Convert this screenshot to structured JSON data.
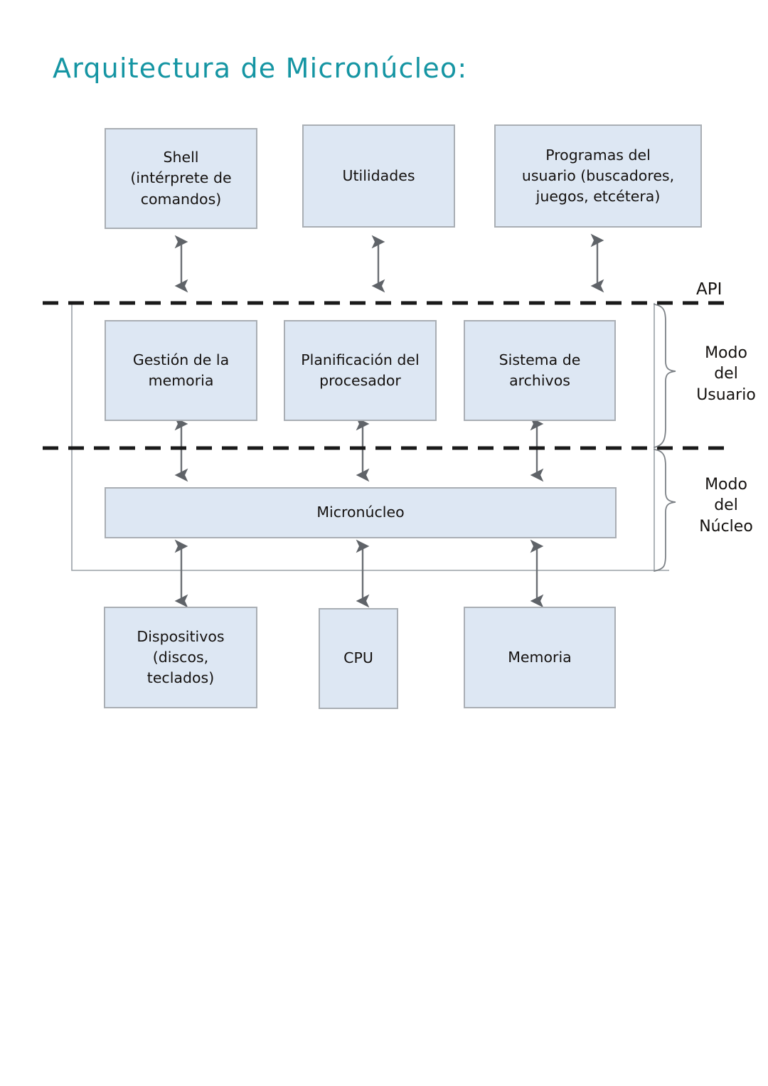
{
  "page": {
    "title": "Arquitectura de Micronúcleo:",
    "title_color": "#1595a3",
    "background_color": "#ffffff"
  },
  "diagram": {
    "box_fill_color": "#dde7f3",
    "box_border_color": "#a9aeb4",
    "arrow_color": "#6b6f74",
    "dashed_line_color": "#1a1a1a",
    "outline_color": "#9aa0a6",
    "layers": [
      {
        "name": "user-programs-row",
        "boxes": [
          {
            "id": "shell",
            "label": "Shell\n(intérprete de\ncomandos)"
          },
          {
            "id": "utilidades",
            "label": "Utilidades"
          },
          {
            "id": "programas-usuario",
            "label": "Programas del\nusuario (buscadores,\njuegos, etcétera)"
          }
        ]
      },
      {
        "name": "os-services-row",
        "boxes": [
          {
            "id": "gestion-memoria",
            "label": "Gestión de la\nmemoria"
          },
          {
            "id": "planificacion-procesador",
            "label": "Planificación del\nprocesador"
          },
          {
            "id": "sistema-archivos",
            "label": "Sistema de\narchivos"
          }
        ]
      },
      {
        "name": "microkernel-row",
        "boxes": [
          {
            "id": "micronucleo",
            "label": "Micronúcleo"
          }
        ]
      },
      {
        "name": "hardware-row",
        "boxes": [
          {
            "id": "dispositivos",
            "label": "Dispositivos\n(discos,\nteclados)"
          },
          {
            "id": "cpu",
            "label": "CPU"
          },
          {
            "id": "memoria",
            "label": "Memoria"
          }
        ]
      }
    ],
    "annotations": {
      "api": "API",
      "modo_usuario": "Modo\ndel\nUsuario",
      "modo_nucleo": "Modo\ndel\nNúcleo"
    },
    "separators": [
      {
        "id": "api-boundary",
        "style": "dashed"
      },
      {
        "id": "kernel-boundary",
        "style": "dashed"
      }
    ]
  }
}
